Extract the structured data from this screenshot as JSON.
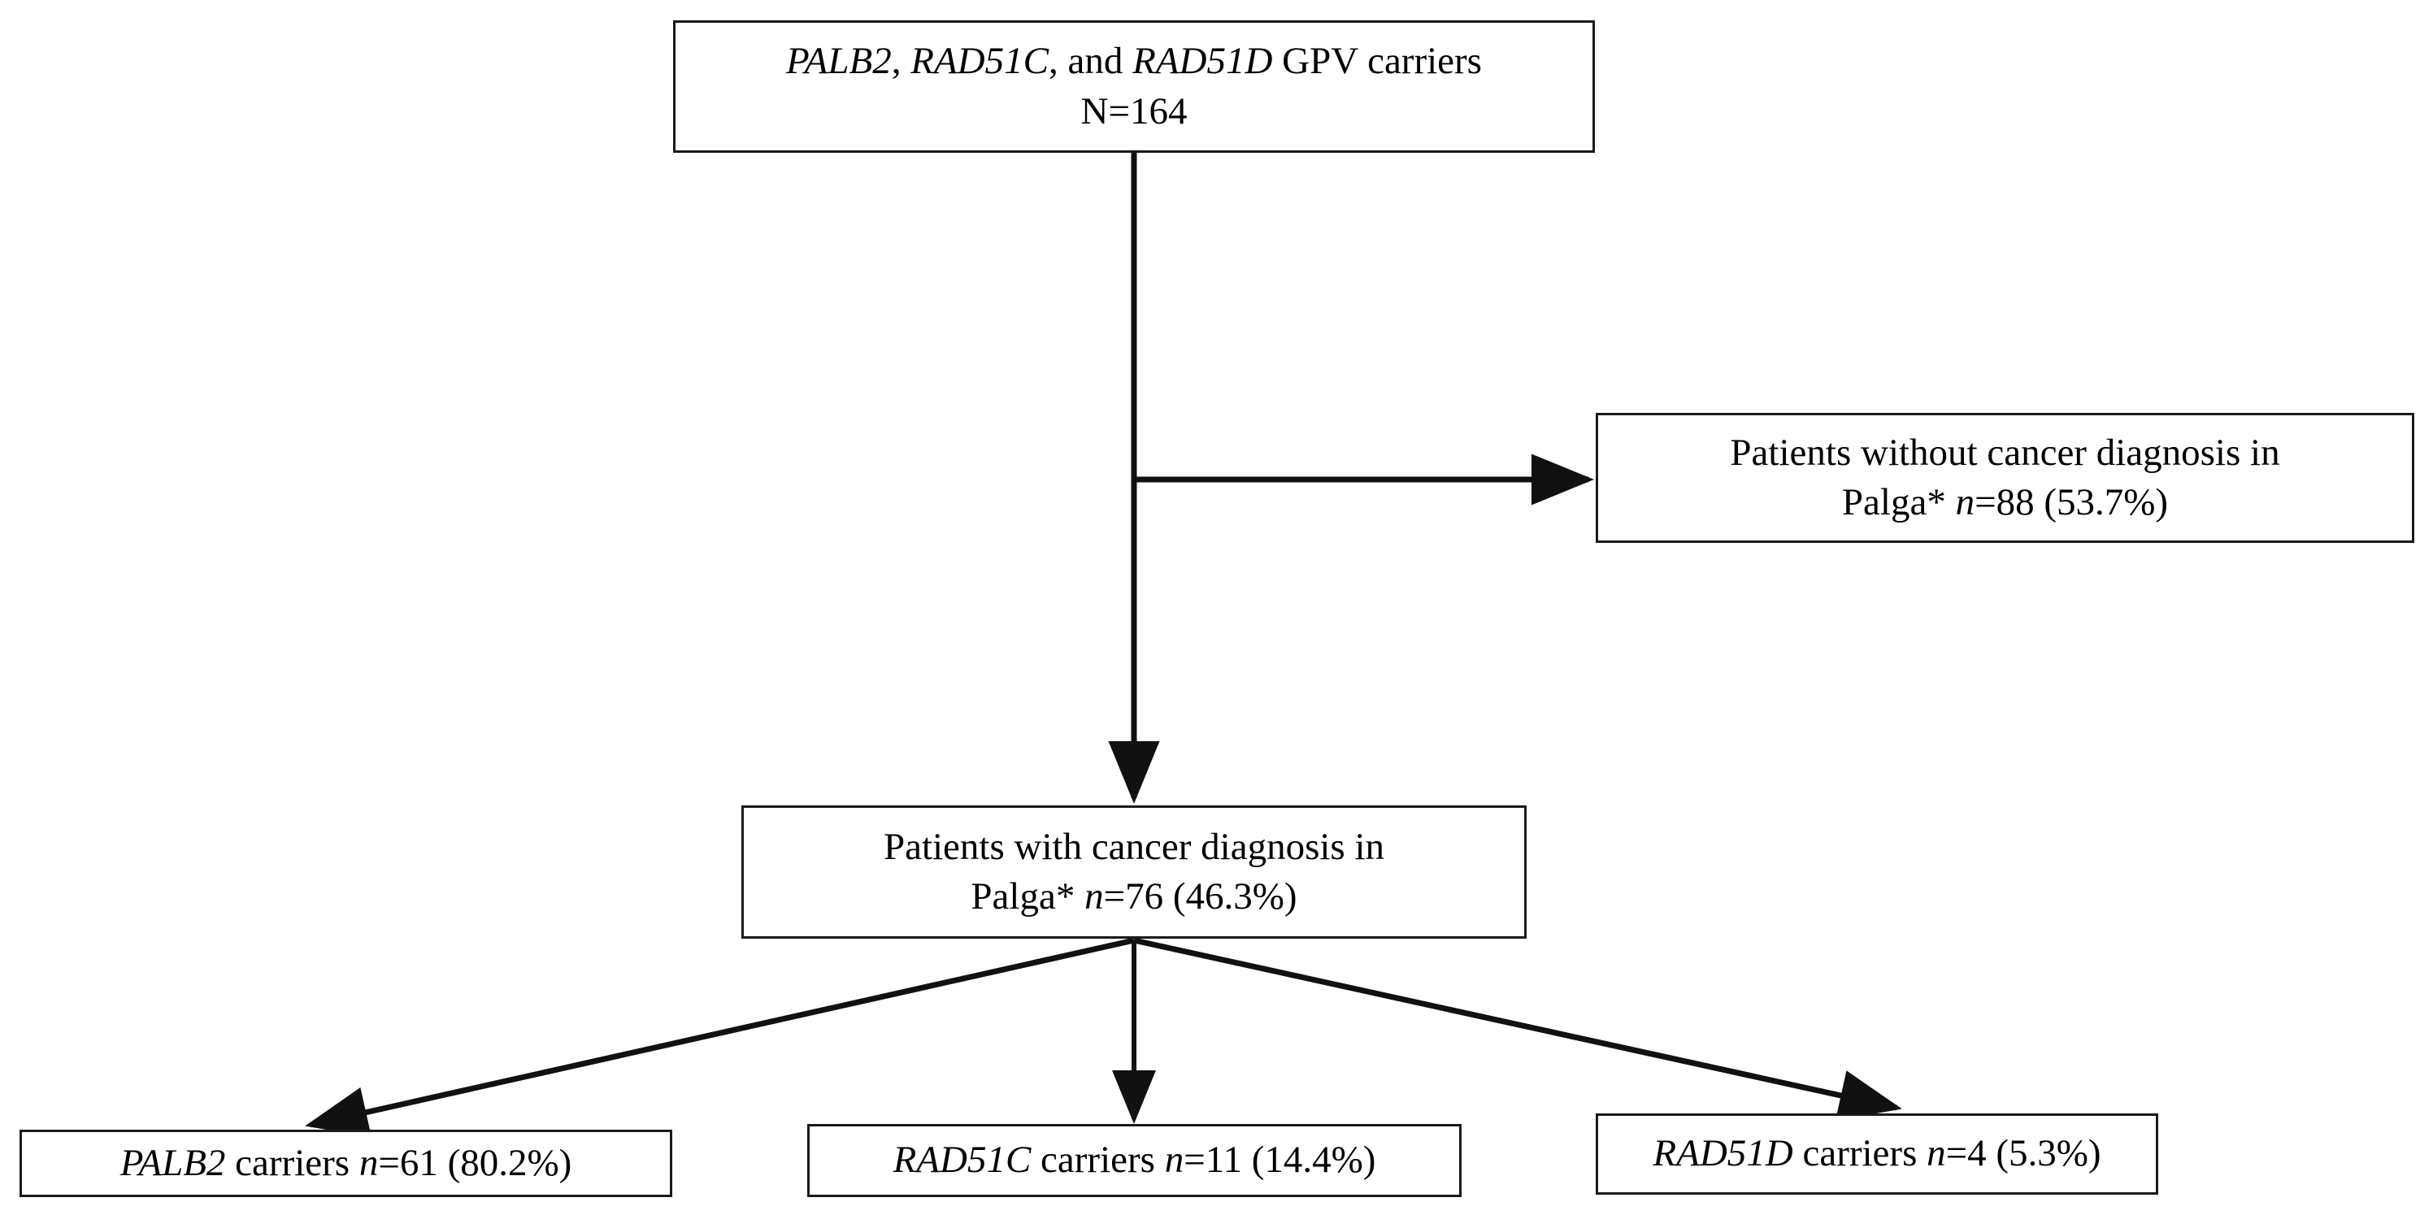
{
  "figure": {
    "type": "flowchart",
    "orientation": "top-down",
    "background_color": "#ffffff",
    "line_color": "#1a1a1a",
    "text_color": "#000000"
  },
  "nodes": {
    "root": {
      "id": "root",
      "line1_gene1": "PALB2",
      "line1_sep1": ", ",
      "line1_gene2": "RAD51C",
      "line1_sep2": ", and ",
      "line1_gene3": "RAD51D",
      "line1_tail": " GPV carriers",
      "line2": "N=164",
      "count": 164,
      "count_label": "N=164"
    },
    "no_cancer": {
      "id": "no-cancer",
      "line1": "Patients without cancer diagnosis in",
      "line2_pre": "Palga* ",
      "line2_nvar": "n",
      "line2_post": "=88 (53.7%)",
      "count": 88,
      "percent": 53.7
    },
    "cancer": {
      "id": "cancer",
      "line1": "Patients with cancer diagnosis in",
      "line2_pre": "Palga* ",
      "line2_nvar": "n",
      "line2_post": "=76 (46.3%)",
      "count": 76,
      "percent": 46.3
    },
    "palb2": {
      "id": "palb2",
      "gene": "PALB2",
      "mid": " carriers ",
      "nvar": "n",
      "post": "=61 (80.2%)",
      "count": 61,
      "percent": 80.2
    },
    "rad51c": {
      "id": "rad51c",
      "gene": "RAD51C",
      "mid": " carriers ",
      "nvar": "n",
      "post": "=11 (14.4%)",
      "count": 11,
      "percent": 14.4
    },
    "rad51d": {
      "id": "rad51d",
      "gene": "RAD51D",
      "mid": " carriers ",
      "nvar": "n",
      "post": "=4 (5.3%)",
      "count": 4,
      "percent": 5.3
    }
  },
  "edges": [
    {
      "from": "root",
      "to": "cancer",
      "style": "straight-down",
      "arrowhead": true
    },
    {
      "from": "root-trunk",
      "to": "no_cancer",
      "style": "branch-right",
      "arrowhead": true
    },
    {
      "from": "cancer",
      "to": "palb2",
      "style": "diagonal-left",
      "arrowhead": true
    },
    {
      "from": "cancer",
      "to": "rad51c",
      "style": "straight-down",
      "arrowhead": true
    },
    {
      "from": "cancer",
      "to": "rad51d",
      "style": "diagonal-right",
      "arrowhead": true
    }
  ]
}
